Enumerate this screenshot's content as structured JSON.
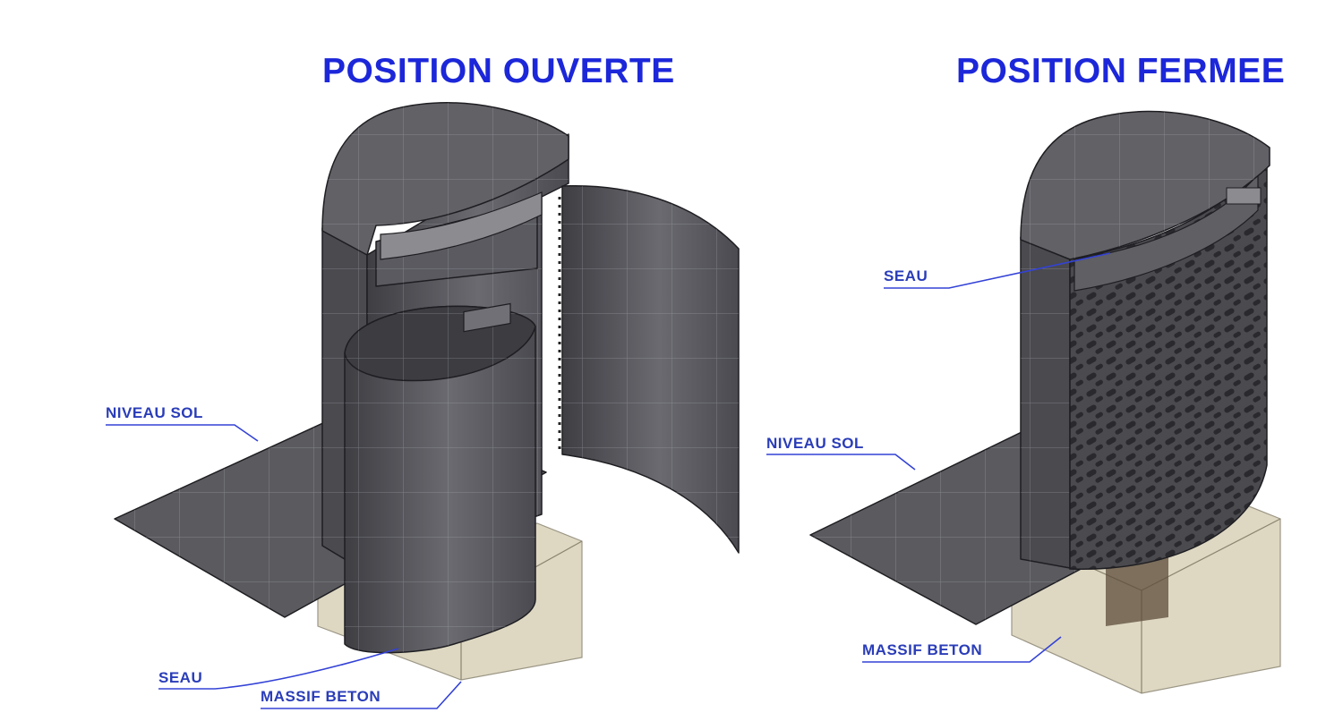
{
  "colors": {
    "title": "#1c27d9",
    "label": "#2a3db8",
    "leader": "#3342d6",
    "body_dark": "#4a4a4f",
    "body_mid": "#616166",
    "body_light": "#78787d",
    "slab": "#5b5b5f",
    "concrete": "#d9d2b8",
    "grid": "#b5b7bf",
    "edge": "#1e1e22"
  },
  "views": {
    "open": {
      "title": "POSITION OUVERTE",
      "labels": {
        "ground_level": "NIVEAU SOL",
        "bucket": "SEAU",
        "concrete_base": "MASSIF BETON"
      }
    },
    "closed": {
      "title": "POSITION FERMEE",
      "labels": {
        "bucket": "SEAU",
        "ground_level": "NIVEAU SOL",
        "concrete_base": "MASSIF BETON"
      }
    }
  }
}
